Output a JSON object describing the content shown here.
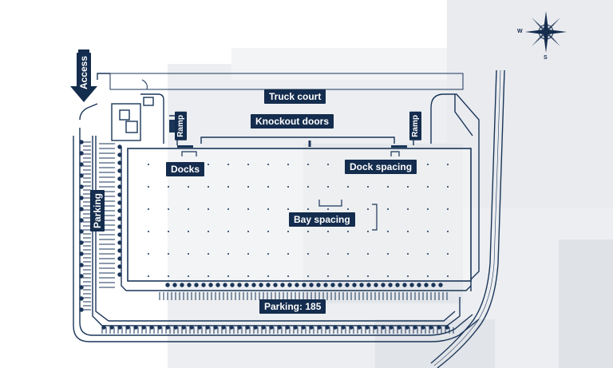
{
  "colors": {
    "navy": "#142c4d",
    "line": "#1a3558",
    "background_tile": "#e6e8ec",
    "background": "#ffffff"
  },
  "labels": {
    "access": "Access",
    "truck_court": "Truck court",
    "knockout_doors": "Knockout doors",
    "ramp_left": "Ramp",
    "ramp_right": "Ramp",
    "docks": "Docks",
    "dock_spacing": "Dock spacing",
    "bay_spacing": "Bay spacing",
    "parking_west": "Parking",
    "parking_south": "Parking: 185"
  },
  "compass": {
    "west": "W",
    "south": "S",
    "icon": "compass-rose-icon"
  },
  "icons": {
    "access_arrow": "down-arrow-icon"
  }
}
